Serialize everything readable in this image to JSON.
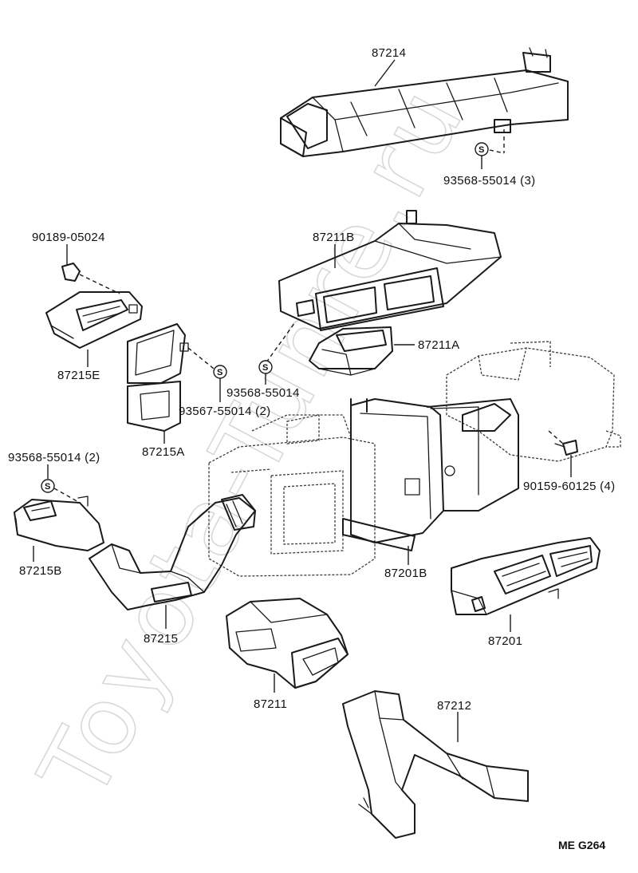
{
  "diagram": {
    "watermark": "Toyota-Tunre.ru",
    "reference_code": "ME G264",
    "parts": {
      "p87214": "87214",
      "p93568_55014_3": "93568-55014 (3)",
      "p90189_05024": "90189-05024",
      "p87211B": "87211B",
      "p87215E": "87215E",
      "p87211A": "87211A",
      "p93568_55014": "93568-55014",
      "p93567_55014_2": "93567-55014 (2)",
      "p87215A": "87215A",
      "p93568_55014_2": "93568-55014 (2)",
      "p90159_60125_4": "90159-60125 (4)",
      "p87215B": "87215B",
      "p87201B": "87201B",
      "p87215": "87215",
      "p87201": "87201",
      "p87211": "87211",
      "p87212": "87212"
    },
    "fastener_symbol": "S"
  }
}
